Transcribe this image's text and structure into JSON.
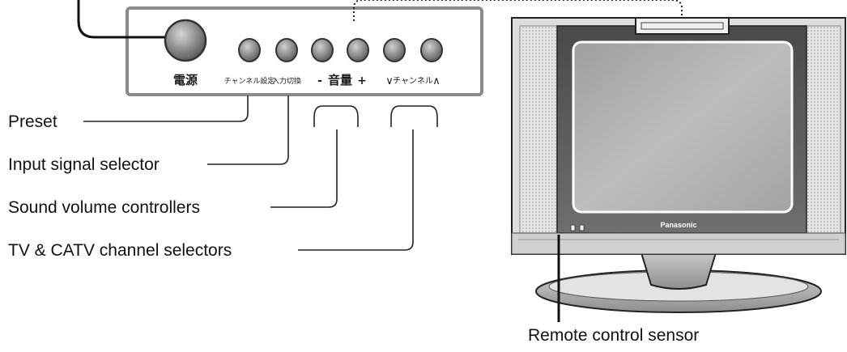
{
  "panel": {
    "power_label": "電源",
    "preset_label": "チャンネル設定",
    "input_label": "入力切換",
    "volume_minus": "-",
    "volume_label": "音量",
    "volume_plus": "+",
    "channel_down": "∨",
    "channel_label": "チャンネル",
    "channel_up": "∧"
  },
  "tv": {
    "brand": "Panasonic"
  },
  "callouts": {
    "preset": "Preset",
    "input_selector": "Input signal selector",
    "volume_controllers": "Sound volume controllers",
    "channel_selectors": "TV & CATV channel selectors",
    "remote_sensor": "Remote control sensor"
  }
}
